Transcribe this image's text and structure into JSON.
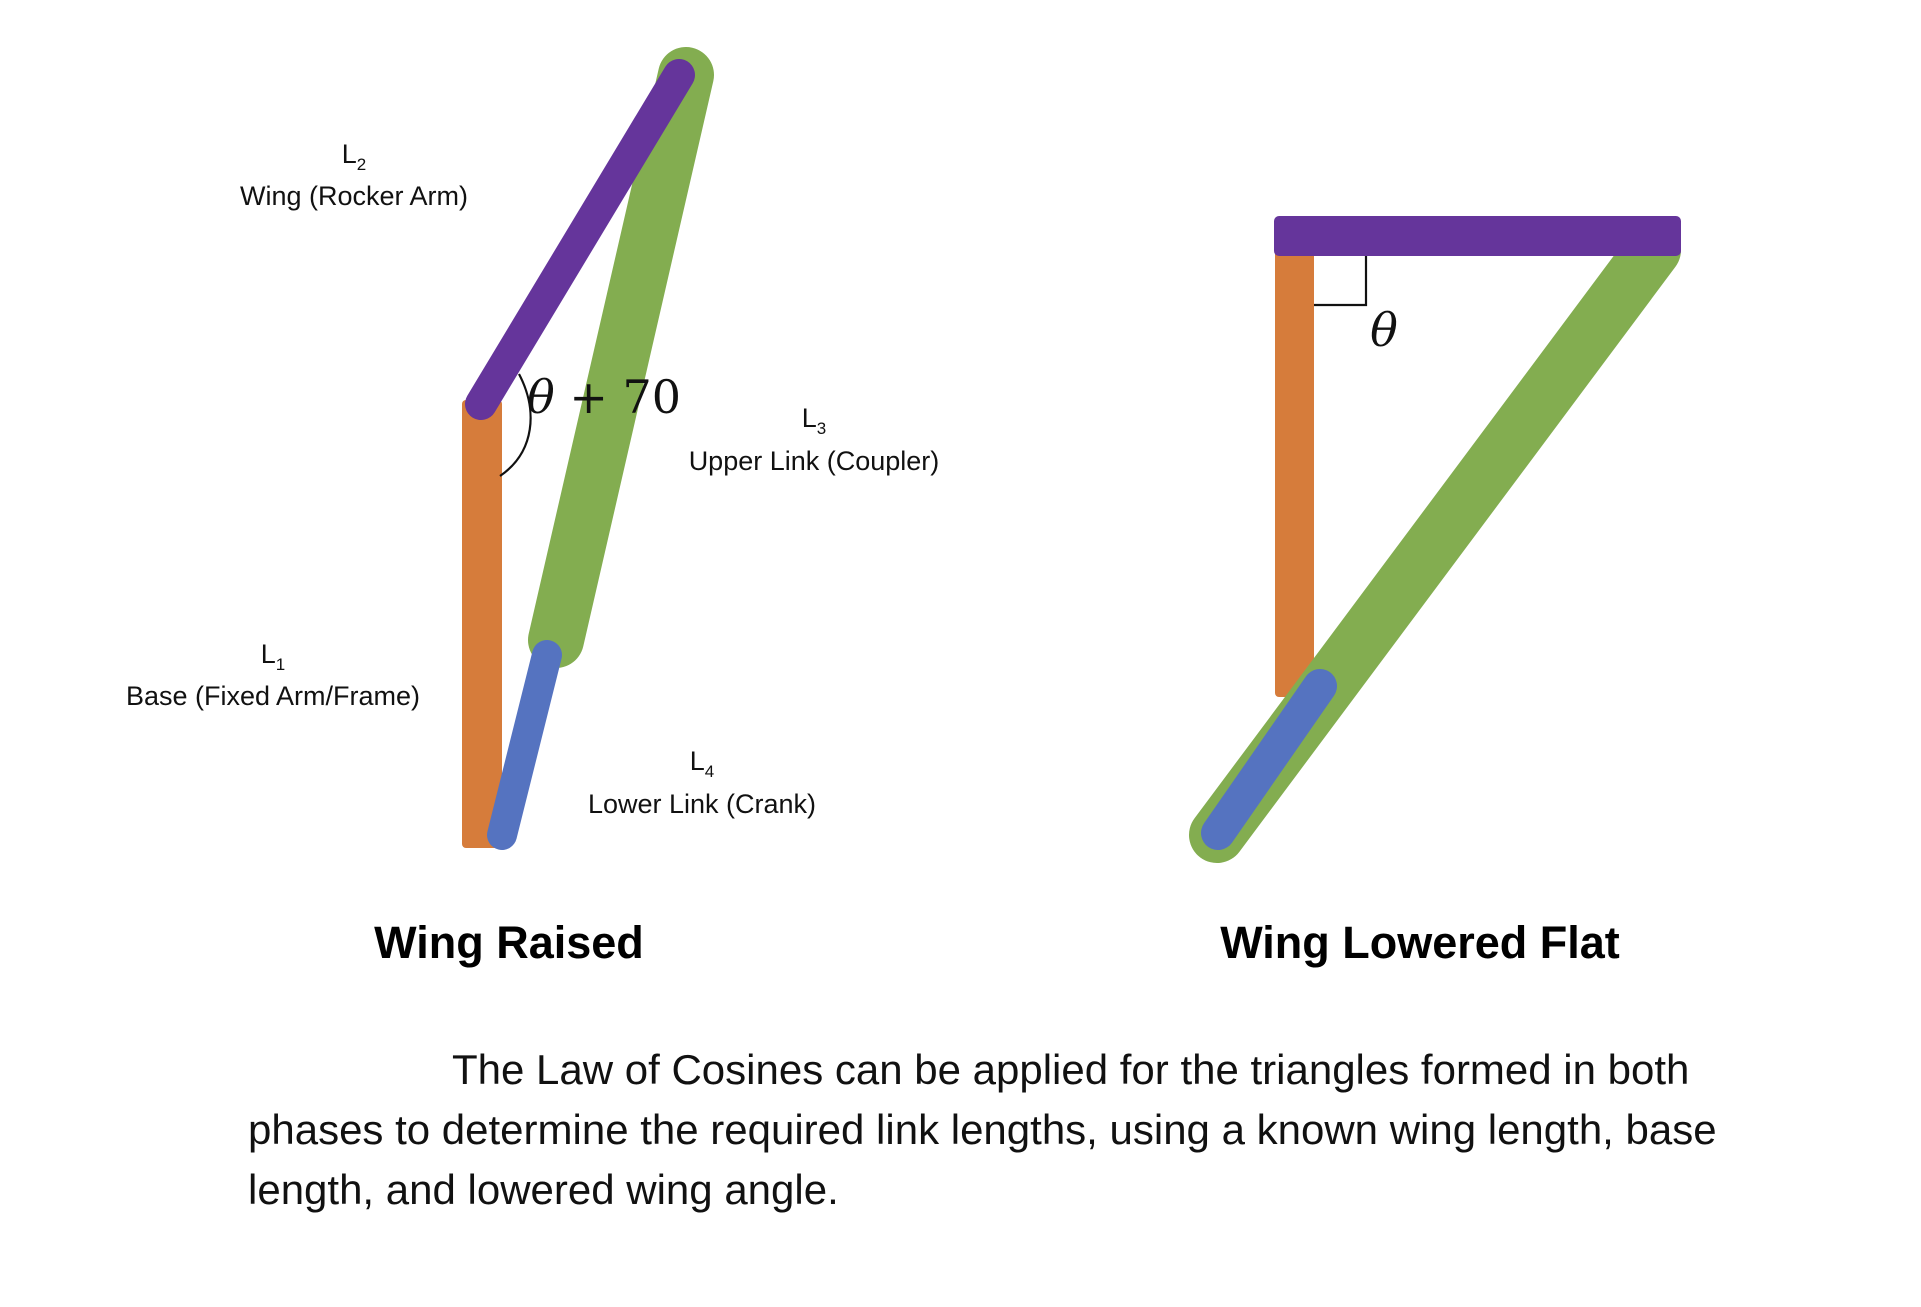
{
  "colors": {
    "base": "#D67C3B",
    "wing": "#65359B",
    "coupler": "#83AD50",
    "crank": "#5573C0"
  },
  "raised": {
    "title": "Wing Raised",
    "angle_label": "θ + 70",
    "angle_theta": "θ",
    "angle_rest": " + 70",
    "labels": {
      "l1_sym": "L",
      "l1_sub": "1",
      "l1_name": "Base (Fixed Arm/Frame)",
      "l2_sym": "L",
      "l2_sub": "2",
      "l2_name": "Wing (Rocker Arm)",
      "l3_sym": "L",
      "l3_sub": "3",
      "l3_name": "Upper Link (Coupler)",
      "l4_sym": "L",
      "l4_sub": "4",
      "l4_name": "Lower Link (Crank)"
    }
  },
  "lowered": {
    "title": "Wing Lowered Flat",
    "angle_label": "θ"
  },
  "caption": "The Law of Cosines can be applied for the triangles formed in both phases to determine the required link lengths, using a known wing length, base length, and lowered wing angle."
}
